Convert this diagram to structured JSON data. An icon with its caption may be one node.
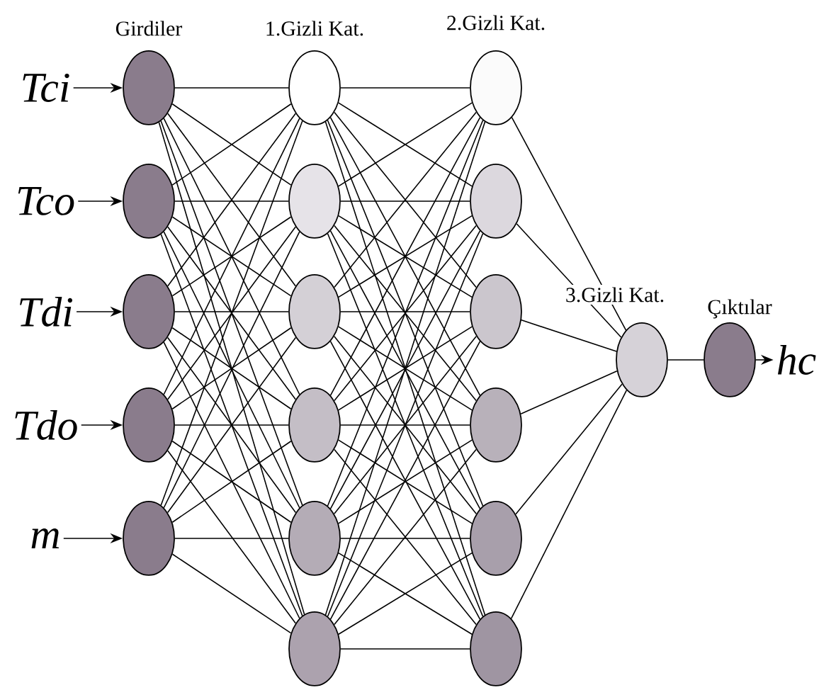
{
  "diagram": {
    "nodes": [
      {
        "text": [
          "Tci"
        ]
      },
      {
        "text": [
          "Tco"
        ]
      },
      {
        "text": [
          "Tdi"
        ]
      },
      {
        "text": [
          "Tdo"
        ]
      },
      {
        "text": [
          "m"
        ]
      },
      {
        "text": [],
        "shape": "circle"
      },
      {
        "text": [],
        "shape": "circle"
      },
      {
        "text": [],
        "shape": "circle"
      },
      {
        "text": [],
        "shape": "circle"
      },
      {
        "text": [],
        "shape": "circle"
      },
      {
        "text": [],
        "shape": "circle"
      },
      {
        "text": [],
        "shape": "circle"
      },
      {
        "text": [],
        "shape": "circle"
      },
      {
        "text": [],
        "shape": "circle"
      },
      {
        "text": [],
        "shape": "circle"
      },
      {
        "text": [],
        "shape": "circle"
      },
      {
        "text": [],
        "shape": "circle"
      },
      {
        "text": [],
        "shape": "circle"
      },
      {
        "text": [],
        "shape": "circle"
      },
      {
        "text": [],
        "shape": "circle"
      },
      {
        "text": [],
        "shape": "circle"
      },
      {
        "text": [],
        "shape": "circle"
      },
      {
        "text": [],
        "shape": "circle"
      },
      {
        "text": [],
        "shape": "circle"
      },
      {
        "text": [
          "hc"
        ]
      }
    ],
    "edges": [
      {
        "from": 0,
        "to": 5,
        "arrow": "to"
      },
      {
        "from": 1,
        "to": 6,
        "arrow": "to"
      },
      {
        "from": 2,
        "to": 7,
        "arrow": "to"
      },
      {
        "from": 3,
        "to": 8,
        "arrow": "to"
      },
      {
        "from": 4,
        "to": 9,
        "arrow": "to"
      },
      {
        "from": 5,
        "to": 10,
        "arrow": "none"
      },
      {
        "from": 5,
        "to": 11,
        "arrow": "none"
      },
      {
        "from": 5,
        "to": 12,
        "arrow": "none"
      },
      {
        "from": 5,
        "to": 13,
        "arrow": "none"
      },
      {
        "from": 5,
        "to": 14,
        "arrow": "none"
      },
      {
        "from": 5,
        "to": 15,
        "arrow": "none"
      },
      {
        "from": 6,
        "to": 10,
        "arrow": "none"
      },
      {
        "from": 6,
        "to": 11,
        "arrow": "none"
      },
      {
        "from": 6,
        "to": 12,
        "arrow": "none"
      },
      {
        "from": 6,
        "to": 13,
        "arrow": "none"
      },
      {
        "from": 6,
        "to": 14,
        "arrow": "none"
      },
      {
        "from": 6,
        "to": 15,
        "arrow": "none"
      },
      {
        "from": 7,
        "to": 10,
        "arrow": "none"
      },
      {
        "from": 7,
        "to": 11,
        "arrow": "none"
      },
      {
        "from": 7,
        "to": 12,
        "arrow": "none"
      },
      {
        "from": 7,
        "to": 13,
        "arrow": "none"
      },
      {
        "from": 7,
        "to": 14,
        "arrow": "none"
      },
      {
        "from": 7,
        "to": 15,
        "arrow": "none"
      },
      {
        "from": 8,
        "to": 10,
        "arrow": "none"
      },
      {
        "from": 8,
        "to": 11,
        "arrow": "none"
      },
      {
        "from": 8,
        "to": 12,
        "arrow": "none"
      },
      {
        "from": 8,
        "to": 13,
        "arrow": "none"
      },
      {
        "from": 8,
        "to": 14,
        "arrow": "none"
      },
      {
        "from": 8,
        "to": 15,
        "arrow": "none"
      },
      {
        "from": 9,
        "to": 10,
        "arrow": "none"
      },
      {
        "from": 9,
        "to": 11,
        "arrow": "none"
      },
      {
        "from": 9,
        "to": 12,
        "arrow": "none"
      },
      {
        "from": 9,
        "to": 13,
        "arrow": "none"
      },
      {
        "from": 9,
        "to": 14,
        "arrow": "none"
      },
      {
        "from": 9,
        "to": 15,
        "arrow": "none"
      },
      {
        "from": 10,
        "to": 16,
        "arrow": "none"
      },
      {
        "from": 10,
        "to": 17,
        "arrow": "none"
      },
      {
        "from": 10,
        "to": 18,
        "arrow": "none"
      },
      {
        "from": 10,
        "to": 19,
        "arrow": "none"
      },
      {
        "from": 10,
        "to": 20,
        "arrow": "none"
      },
      {
        "from": 10,
        "to": 21,
        "arrow": "none"
      },
      {
        "from": 11,
        "to": 16,
        "arrow": "none"
      },
      {
        "from": 11,
        "to": 17,
        "arrow": "none"
      },
      {
        "from": 11,
        "to": 18,
        "arrow": "none"
      },
      {
        "from": 11,
        "to": 19,
        "arrow": "none"
      },
      {
        "from": 11,
        "to": 20,
        "arrow": "none"
      },
      {
        "from": 11,
        "to": 21,
        "arrow": "none"
      },
      {
        "from": 12,
        "to": 16,
        "arrow": "none"
      },
      {
        "from": 12,
        "to": 17,
        "arrow": "none"
      },
      {
        "from": 12,
        "to": 18,
        "arrow": "none"
      },
      {
        "from": 12,
        "to": 19,
        "arrow": "none"
      },
      {
        "from": 12,
        "to": 20,
        "arrow": "none"
      },
      {
        "from": 12,
        "to": 21,
        "arrow": "none"
      },
      {
        "from": 13,
        "to": 16,
        "arrow": "none"
      },
      {
        "from": 13,
        "to": 17,
        "arrow": "none"
      },
      {
        "from": 13,
        "to": 18,
        "arrow": "none"
      },
      {
        "from": 13,
        "to": 19,
        "arrow": "none"
      },
      {
        "from": 13,
        "to": 20,
        "arrow": "none"
      },
      {
        "from": 13,
        "to": 21,
        "arrow": "none"
      },
      {
        "from": 14,
        "to": 16,
        "arrow": "none"
      },
      {
        "from": 14,
        "to": 17,
        "arrow": "none"
      },
      {
        "from": 14,
        "to": 18,
        "arrow": "none"
      },
      {
        "from": 14,
        "to": 19,
        "arrow": "none"
      },
      {
        "from": 14,
        "to": 20,
        "arrow": "none"
      },
      {
        "from": 14,
        "to": 21,
        "arrow": "none"
      },
      {
        "from": 15,
        "to": 16,
        "arrow": "none"
      },
      {
        "from": 15,
        "to": 17,
        "arrow": "none"
      },
      {
        "from": 15,
        "to": 18,
        "arrow": "none"
      },
      {
        "from": 15,
        "to": 19,
        "arrow": "none"
      },
      {
        "from": 15,
        "to": 20,
        "arrow": "none"
      },
      {
        "from": 15,
        "to": 21,
        "arrow": "none"
      },
      {
        "from": 16,
        "to": 22,
        "arrow": "none"
      },
      {
        "from": 17,
        "to": 22,
        "arrow": "none"
      },
      {
        "from": 18,
        "to": 22,
        "arrow": "none"
      },
      {
        "from": 19,
        "to": 22,
        "arrow": "none"
      },
      {
        "from": 20,
        "to": 22,
        "arrow": "none"
      },
      {
        "from": 21,
        "to": 22,
        "arrow": "none"
      },
      {
        "from": 22,
        "to": 23,
        "arrow": "none"
      },
      {
        "from": 23,
        "to": 24,
        "arrow": "to"
      }
    ],
    "labels": [
      "Girdiler",
      "1.Gizli Kat.",
      "2.Gizli Kat.",
      "3.Gizli Kat.",
      "Çıktılar"
    ]
  }
}
